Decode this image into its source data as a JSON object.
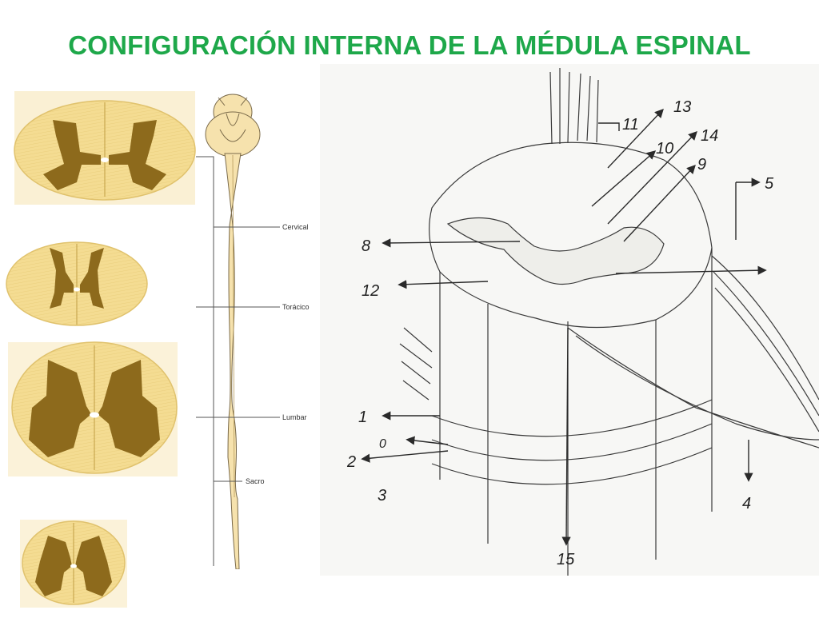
{
  "slide": {
    "title": "CONFIGURACIÓN INTERNA DE LA MÉDULA ESPINAL"
  },
  "cord_levels": {
    "cervical": "Cervical",
    "toracico": "Torácico",
    "lumbar": "Lumbar",
    "sacro": "Sacro"
  },
  "sketch_labels": {
    "n1": "1",
    "n0": "0",
    "n2": "2",
    "n3": "3",
    "n4": "4",
    "n5": "5",
    "n8": "8",
    "n9": "9",
    "n10": "10",
    "n11": "11",
    "n12": "12",
    "n13": "13",
    "n14": "14",
    "n15": "15"
  },
  "colors": {
    "title": "#1ea84a",
    "white_matter": "#f4dc92",
    "gray_matter": "#8d6a1c",
    "sketch_ink": "#2a2a2a"
  }
}
